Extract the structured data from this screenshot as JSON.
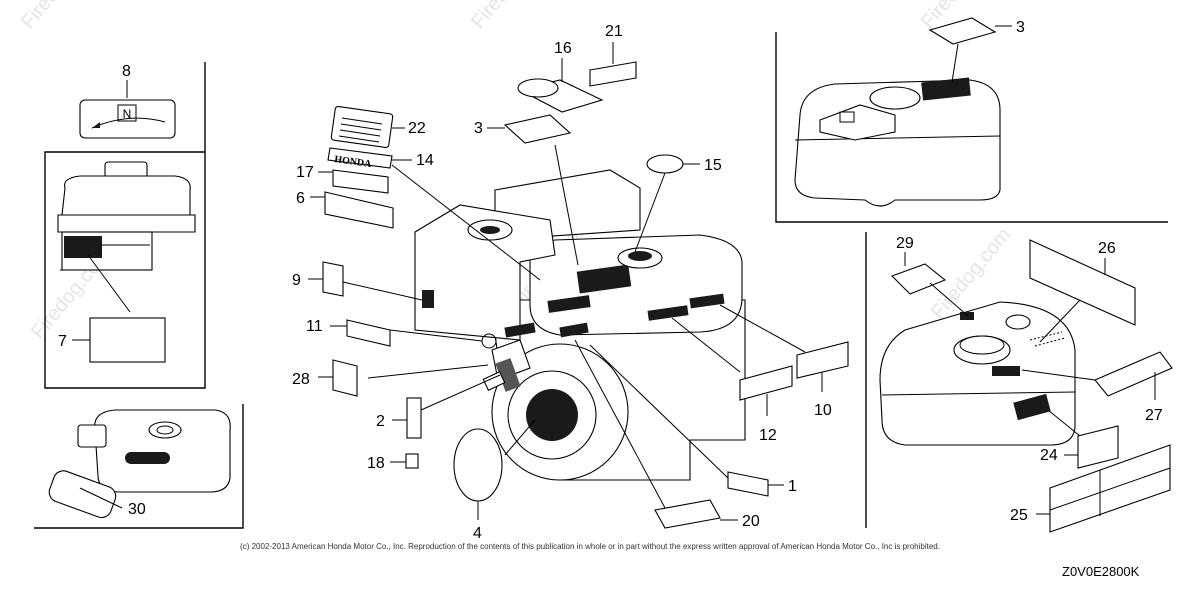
{
  "diagram": {
    "watermark": "Firedog.com",
    "copyright": "(c) 2002-2013 American Honda Motor Co., Inc. Reproduction of the contents of this publication in whole or in part without the express written approval of American Honda Motor Co., Inc is prohibited.",
    "diagram_code": "Z0V0E2800K",
    "emblem_text": "HONDA",
    "label_8_symbol": "N",
    "callouts": {
      "c1": "1",
      "c2": "2",
      "c3": "3",
      "c3b": "3",
      "c4": "4",
      "c6": "6",
      "c7": "7",
      "c8": "8",
      "c9": "9",
      "c10": "10",
      "c11": "11",
      "c12": "12",
      "c14": "14",
      "c15": "15",
      "c16": "16",
      "c17": "17",
      "c18": "18",
      "c20": "20",
      "c21": "21",
      "c22": "22",
      "c24": "24",
      "c25": "25",
      "c26": "26",
      "c27": "27",
      "c28": "28",
      "c29": "29",
      "c30": "30"
    }
  }
}
